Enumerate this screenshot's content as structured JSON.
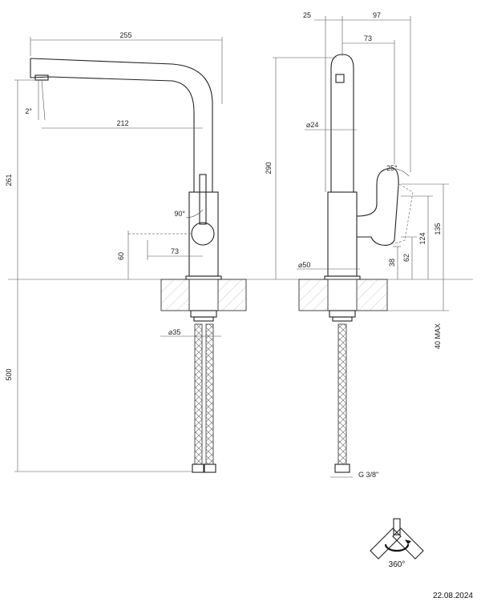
{
  "drawing": {
    "date": "22.08.2024",
    "front_view": {
      "dim_spout_length": "255",
      "dim_spout_reach": "212",
      "dim_spout_angle": "2°",
      "dim_height": "261",
      "dim_lever_angle": "90°",
      "dim_lever_swing": "73",
      "dim_lever_height": "60",
      "dim_hole": "35",
      "dim_hose_length": "500"
    },
    "side_view": {
      "dim_offset": "25",
      "dim_total_width": "97",
      "dim_width": "73",
      "dim_height": "290",
      "dim_spout_diameter": "24",
      "dim_lever_angle": "25°",
      "dim_body_diameter": "50",
      "dim_135": "135",
      "dim_124": "124",
      "dim_62": "62",
      "dim_38": "38",
      "dim_max_thickness": "40 MAX",
      "dim_thread": "G 3/8\""
    },
    "rotation": {
      "label": "360°"
    }
  }
}
